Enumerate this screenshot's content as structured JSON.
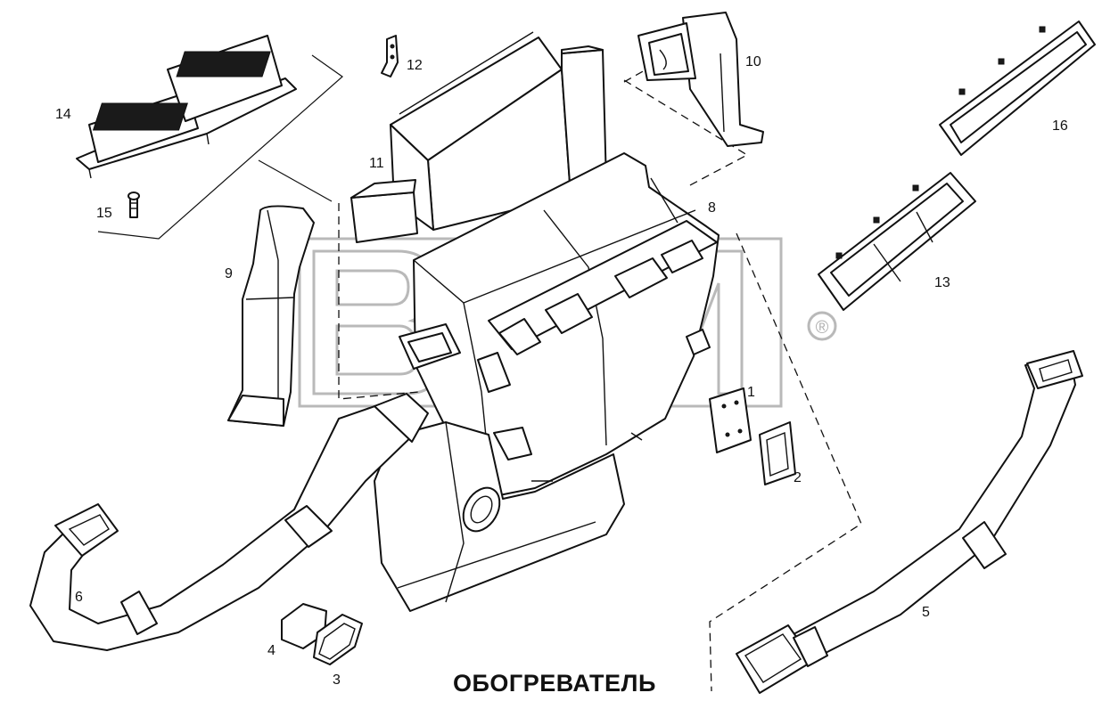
{
  "diagram": {
    "title": "ОБОГРЕВАТЕЛЬ",
    "watermark": "ВТМ",
    "watermark_mark": "®",
    "callouts": [
      {
        "id": "1",
        "label": "1"
      },
      {
        "id": "2",
        "label": "2"
      },
      {
        "id": "3",
        "label": "3"
      },
      {
        "id": "4",
        "label": "4"
      },
      {
        "id": "5",
        "label": "5"
      },
      {
        "id": "6",
        "label": "6"
      },
      {
        "id": "8",
        "label": "8"
      },
      {
        "id": "9",
        "label": "9"
      },
      {
        "id": "10",
        "label": "10"
      },
      {
        "id": "11",
        "label": "11"
      },
      {
        "id": "12",
        "label": "12"
      },
      {
        "id": "13",
        "label": "13"
      },
      {
        "id": "14",
        "label": "14"
      },
      {
        "id": "15",
        "label": "15"
      },
      {
        "id": "16",
        "label": "16"
      }
    ]
  }
}
